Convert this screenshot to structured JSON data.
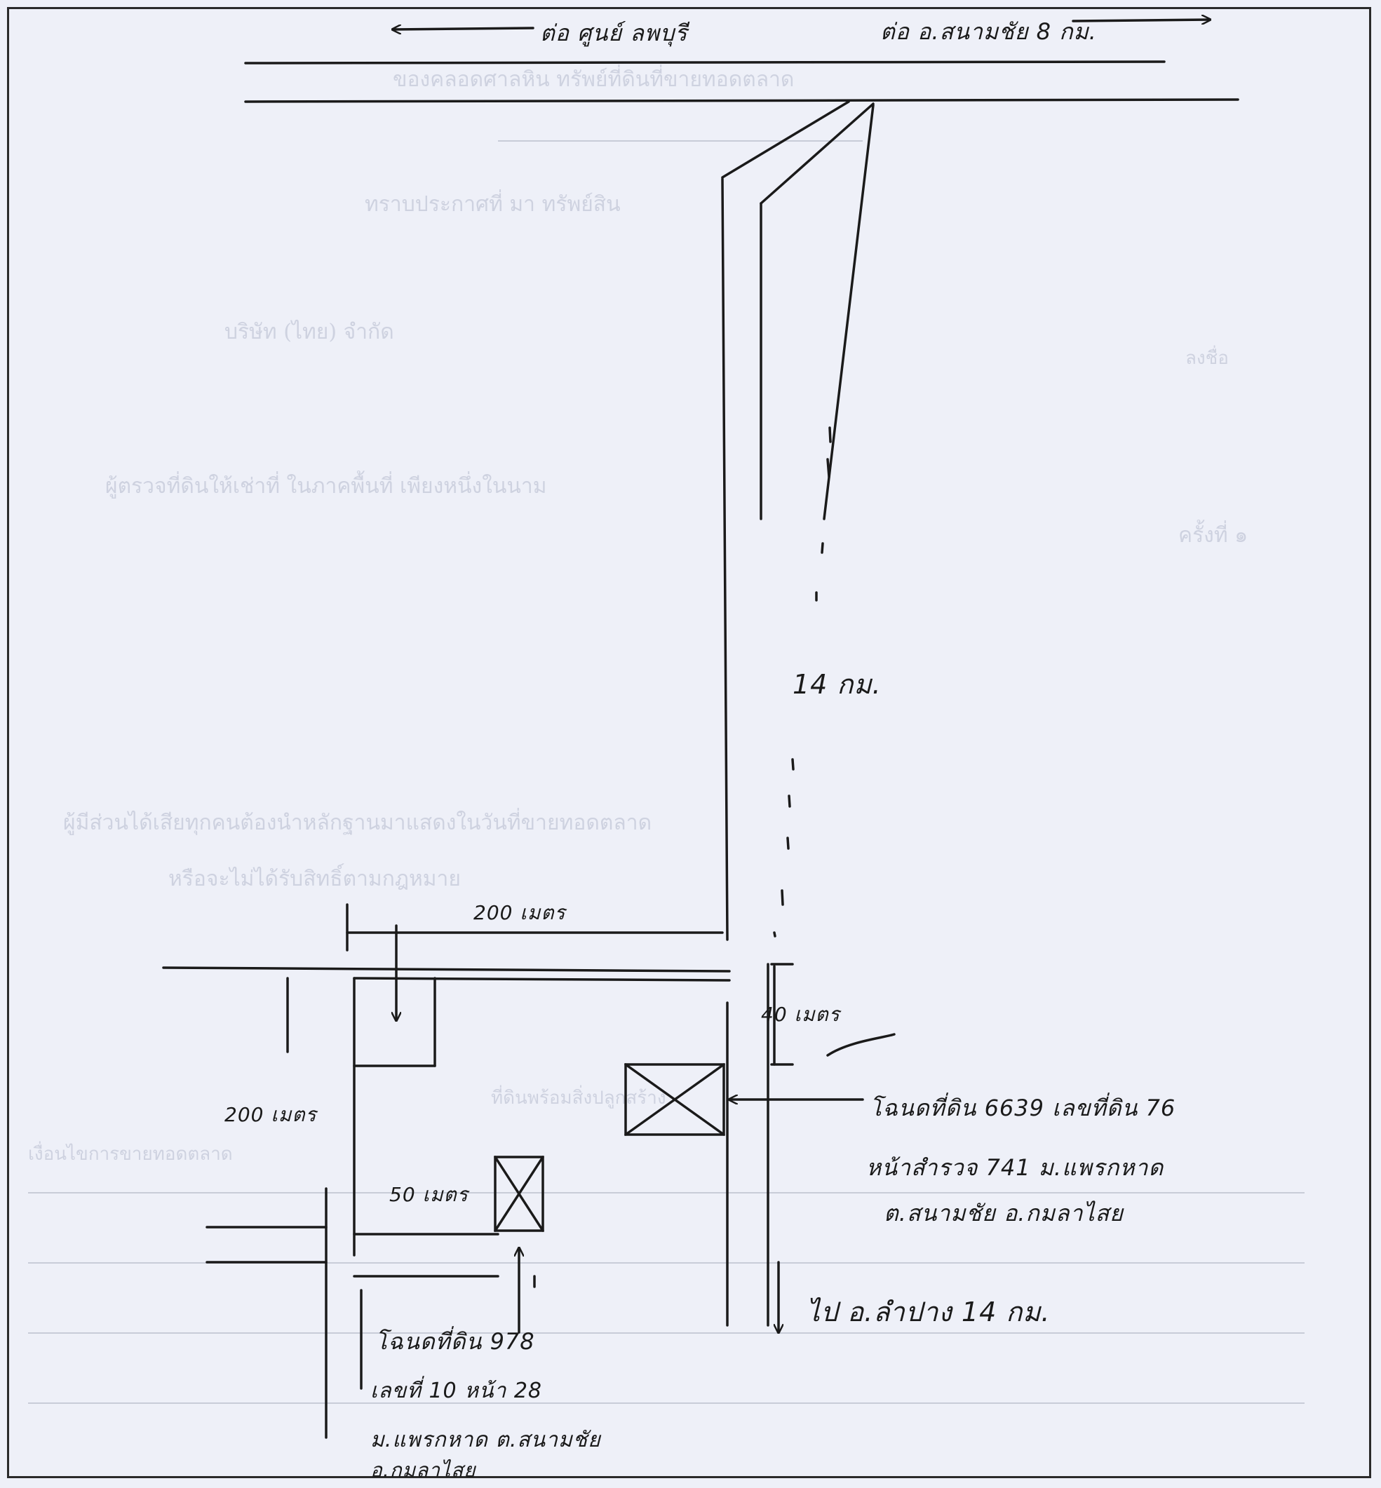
{
  "page": {
    "background": "#eef0f8",
    "ink_color": "#1a1a1a",
    "ghost_color": "#c4c8d8"
  },
  "map_labels": {
    "top_left_destination": "ต่อ ศูนย์ ลพบุรี",
    "top_right_destination": "ต่อ อ.สนามชัย 8 กม.",
    "distance_main_road": "14 กม.",
    "distance_200m_top": "200 เมตร",
    "distance_40m": "40 เมตร",
    "distance_200m_left": "200 เมตร",
    "distance_50m": "50 เมตร",
    "property_1_line_1": "โฉนดที่ดิน 6639 เลขที่ดิน 76",
    "property_1_line_2": "หน้าสำรวจ 741 ม.แพรกหาด",
    "property_1_line_3": "ต.สนามชัย อ.กมลาไสย",
    "to_district": "ไป อ.ลำปาง 14 กม.",
    "property_2_line_1": "โฉนดที่ดิน 978",
    "property_2_line_2": "เลขที่ 10 หน้า 28",
    "property_2_line_3": "ม.แพรกหาด ต.สนามชัย",
    "property_2_line_4": "อ.กมลาไสย"
  },
  "background_text": {
    "line_1": "ของคลอดศาลหิน ทรัพย์ที่ดินที่ขายทอดตลาด",
    "line_2": "ทราบประกาศที่ มา ทรัพย์สิน",
    "line_3": "บริษัท (ไทย) จำกัด",
    "line_4": "ลงชื่อ",
    "line_5": "ผู้ตรวจที่ดินให้เช่าที่ ในภาคพื้นที่ เพียงหนึ่งในนาม",
    "line_6": "ครั้งที่ ๑",
    "line_7": "ผู้มีส่วนได้เสียทุกคนต้องนำหลักฐานมาแสดงในวันที่ขายทอดตลาด",
    "line_8": "หรือจะไม่ได้รับสิทธิ์ตามกฎหมาย",
    "line_9": "ที่ดินพร้อมสิ่งปลูกสร้าง",
    "line_10": "เงื่อนไขการขายทอดตลาด"
  }
}
